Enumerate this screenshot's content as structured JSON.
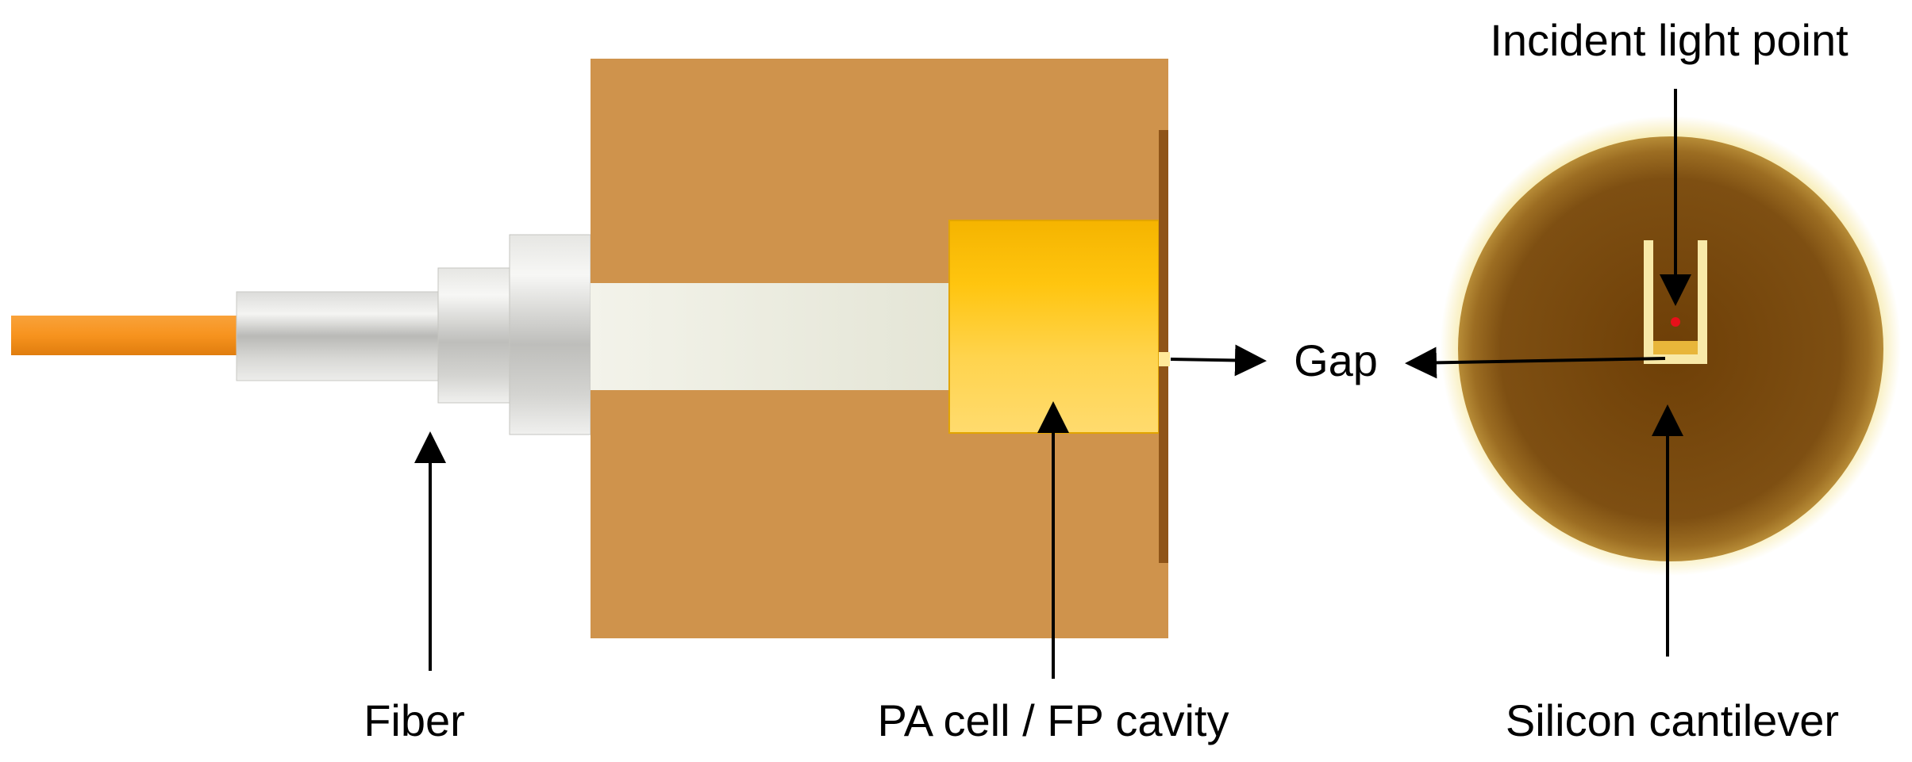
{
  "labels": {
    "fiber": "Fiber",
    "pa_cell": "PA cell / FP cavity",
    "gap": "Gap",
    "incident_light": "Incident light point",
    "cantilever": "Silicon cantilever"
  },
  "colors": {
    "fiber_core": "#F7931E",
    "housing": "#CF934C",
    "housing_dark_strip": "#8F5418",
    "cavity_gold_top": "#FFC20E",
    "cavity_gold_bottom": "#FFDA6B",
    "ferrule_white": "#EEEEE3",
    "cantilever_disc": "#7A4A10",
    "disc_ring": "#F6E7A0",
    "light_point": "#E8101A",
    "arrow": "#000000"
  }
}
